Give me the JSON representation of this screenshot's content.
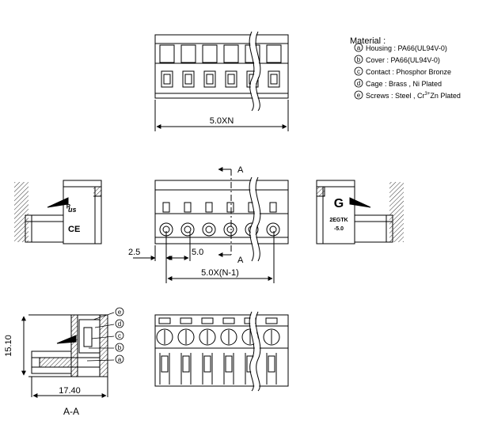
{
  "material": {
    "title": "Material :",
    "items": [
      {
        "letter": "a",
        "label": "Housing",
        "value": "PA66(UL94V-0)"
      },
      {
        "letter": "b",
        "label": "Cover",
        "value": "PA66(UL94V-0)"
      },
      {
        "letter": "c",
        "label": "Contact",
        "value": "Phosphor Bronze"
      },
      {
        "letter": "d",
        "label": "Cage",
        "value": "Brass , Ni Plated"
      },
      {
        "letter": "e",
        "label": "Screws",
        "value": "Steel , Cr"
      }
    ],
    "screws_sup": "3+",
    "screws_tail": "Zn Plated"
  },
  "dimensions": {
    "top_width": "5.0XN",
    "offset": "2.5",
    "pitch": "5.0",
    "span": "5.0X(N-1)",
    "height": "15.10",
    "depth": "17.40"
  },
  "section": {
    "marker": "A",
    "title": "A-A"
  },
  "right_view": {
    "logo": "G",
    "model": "2EGTK",
    "pitch_label": "-5.0"
  },
  "left_view": {
    "ce_mark": "CE"
  },
  "callout_letters": [
    "e",
    "d",
    "c",
    "b",
    "a"
  ],
  "colors": {
    "line": "#000000",
    "hatch": "#333333"
  }
}
